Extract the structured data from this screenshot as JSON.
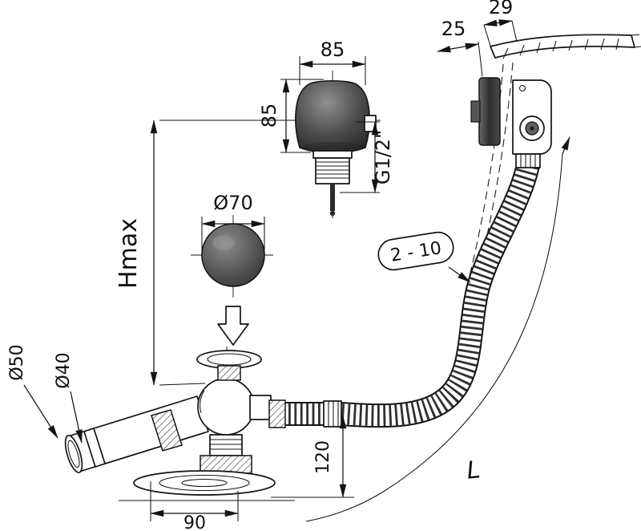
{
  "drawing": {
    "labels": {
      "rim_width": "29",
      "rim_offset": "25",
      "knob_width": "85",
      "knob_height": "85",
      "thread_size": "G1/2\"",
      "plug_diameter": "Ø70",
      "max_height": "Hmax",
      "wall_thickness_range": "2 - 10",
      "outlet_outer_diameter": "Ø50",
      "outlet_inner_diameter": "Ø40",
      "siphon_height": "120",
      "flange_offset": "90",
      "hose_length": "L"
    },
    "colors": {
      "line": "#141414",
      "knob_dark": "#2e2e2e",
      "knob_light": "#909090",
      "plug_dark": "#2d2d2d",
      "fitting_block": "#3a3a3a",
      "background": "#ffffff"
    }
  }
}
